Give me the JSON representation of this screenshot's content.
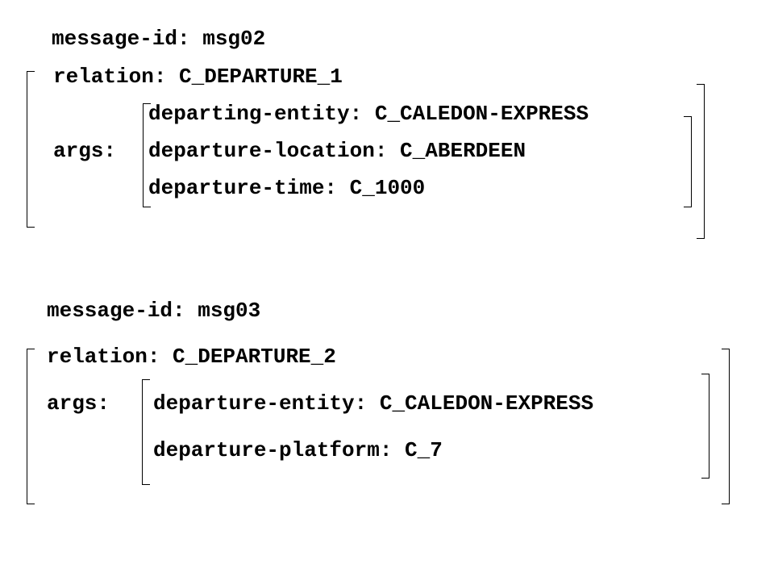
{
  "messages": [
    {
      "id_text": "message-id: msg02",
      "relation_text": "relation: C_DEPARTURE_1",
      "args_label": "args:",
      "args": [
        "departing-entity: C_CALEDON-EXPRESS",
        "departure-location: C_ABERDEEN",
        "departure-time: C_1000"
      ]
    },
    {
      "id_text": "message-id: msg03",
      "relation_text": "relation: C_DEPARTURE_2",
      "args_label": "args:",
      "args": [
        "departure-entity: C_CALEDON-EXPRESS",
        "departure-platform: C_7"
      ]
    }
  ]
}
